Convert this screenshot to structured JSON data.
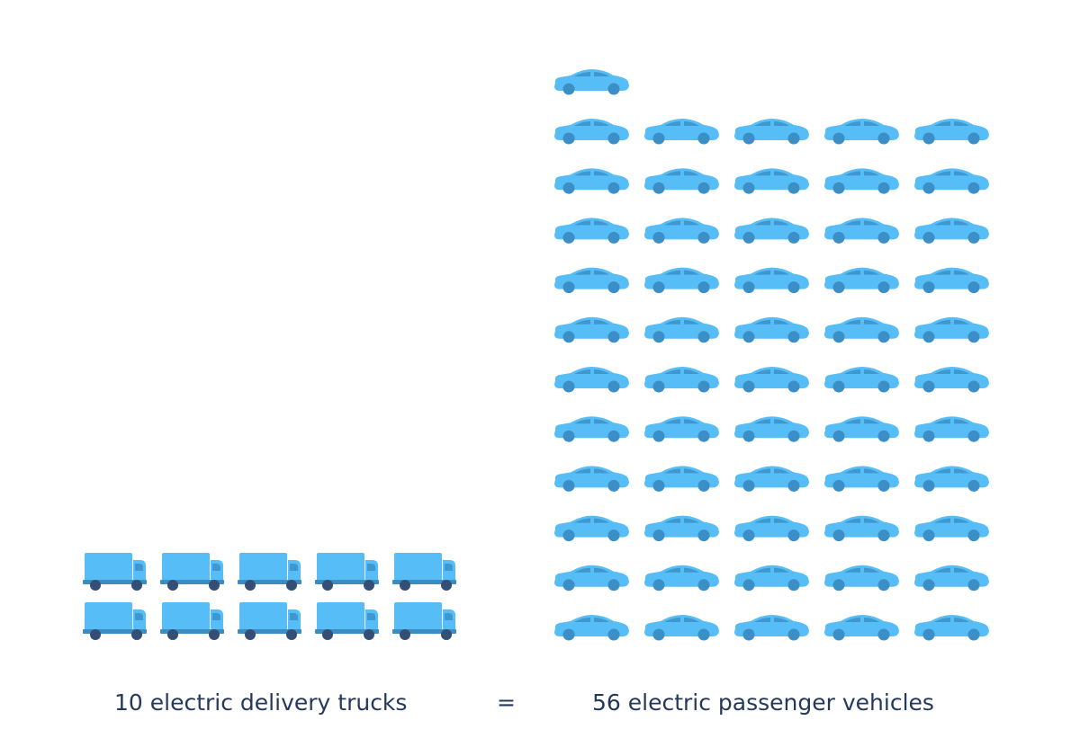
{
  "pictogram": {
    "trucks": {
      "count": 10,
      "icon": "delivery-truck-icon",
      "colors": {
        "body": "#56bdf6",
        "cab": "#56bdf6",
        "window": "#3f97cf",
        "chassis": "#3c8cc0",
        "wheel": "#344f73"
      }
    },
    "cars": {
      "count": 56,
      "icon": "passenger-car-icon",
      "colors": {
        "body": "#56bdf6",
        "window": "#3f97cf",
        "wheel": "#3c8fc6"
      }
    }
  },
  "captions": {
    "left": "10 electric delivery trucks",
    "equals": "=",
    "right": "56 electric passenger vehicles"
  }
}
